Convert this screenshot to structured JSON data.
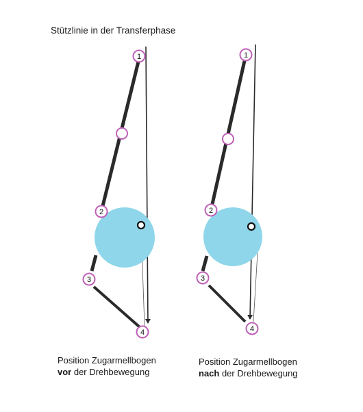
{
  "title": "Stützlinie in der Transferphase",
  "colors": {
    "ball": "#8fd6ea",
    "marker_ring": "#c060b8",
    "line": "#2a2a2a"
  },
  "panels": [
    {
      "caption_line1": "Position Zugarmellbogen",
      "caption_line2_bold": "vor",
      "caption_line2_rest": " der Drehbewegung",
      "markers": [
        "1",
        "2",
        "3",
        "4"
      ]
    },
    {
      "caption_line1": "Position Zugarmellbogen",
      "caption_line2_bold": "nach",
      "caption_line2_rest": " der Drehbewegung",
      "markers": [
        "1",
        "2",
        "3",
        "4"
      ]
    }
  ]
}
